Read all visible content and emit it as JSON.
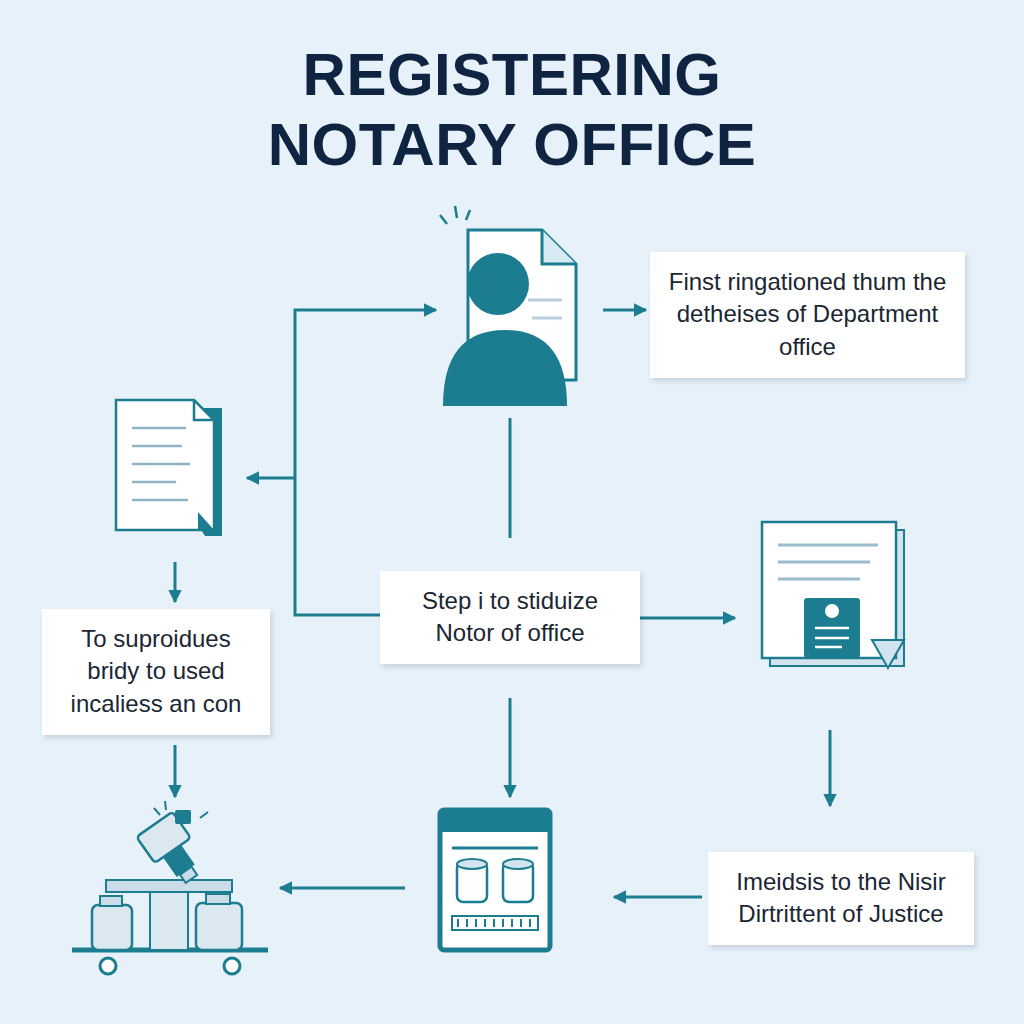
{
  "diagram": {
    "title": "REGISTERING NOTARY OFFICE",
    "nodes": [
      {
        "text": [
          "Finst ringationed thum the detheises of Department office"
        ]
      },
      {
        "text": [
          "Step i to stiduize Notor of office"
        ]
      },
      {
        "text": [
          "To suproidues bridy to used incaliess an con"
        ]
      },
      {
        "text": [
          "Imeidsis to the Nisir Dirtrittent of Justice"
        ]
      }
    ]
  }
}
